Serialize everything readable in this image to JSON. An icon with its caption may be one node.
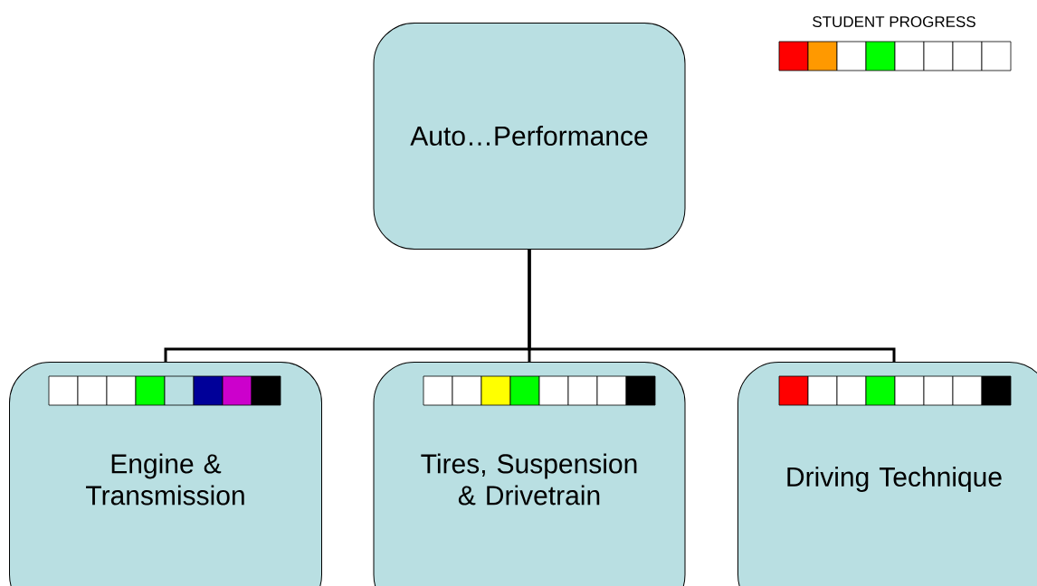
{
  "diagram": {
    "nodes": [
      {
        "text": [
          "Auto…Performance"
        ]
      },
      {
        "text": [
          "Engine & Transmission"
        ]
      },
      {
        "text": [
          "Tires, Suspension & Drivetrain"
        ]
      },
      {
        "text": [
          "Driving Technique"
        ]
      }
    ],
    "edges": [
      {
        "from": 0,
        "to": 1,
        "arrow": "none"
      },
      {
        "from": 0,
        "to": 2,
        "arrow": "none"
      },
      {
        "from": 0,
        "to": 3,
        "arrow": "none"
      }
    ],
    "labels": [
      "STUDENT PROGRESS"
    ]
  }
}
